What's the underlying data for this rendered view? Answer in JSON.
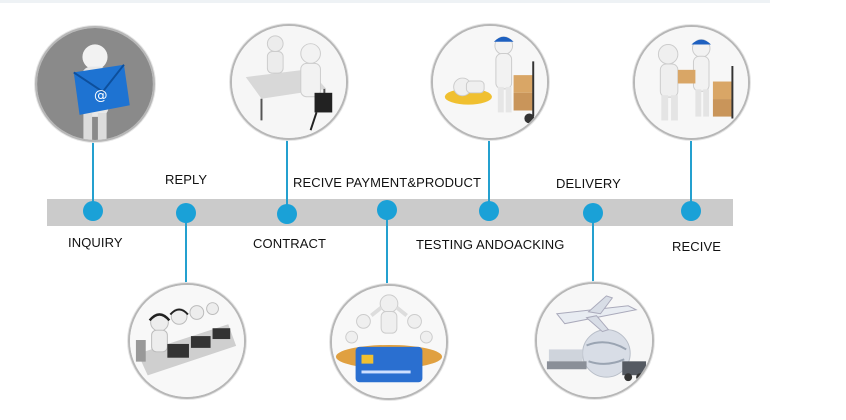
{
  "steps": {
    "inquiry": {
      "label": "INQUIRY",
      "icon": "envelope-person-icon"
    },
    "reply": {
      "label": "REPLY",
      "icon": "call-center-icon"
    },
    "contract": {
      "label": "CONTRACT",
      "icon": "meeting-table-icon"
    },
    "payment": {
      "label": "RECIVE PAYMENT&PRODUCT",
      "icon": "credit-card-crowd-icon"
    },
    "testing": {
      "label": "TESTING ANDOACKING",
      "icon": "worker-hand-truck-icon"
    },
    "delivery": {
      "label": "DELIVERY",
      "icon": "airplane-globe-icon"
    },
    "recive": {
      "label": "RECIVE",
      "icon": "parcel-handover-icon"
    }
  },
  "colors": {
    "accent": "#1aa1d7",
    "bar": "#cbcbcb",
    "envelope": "#1e73d2"
  }
}
